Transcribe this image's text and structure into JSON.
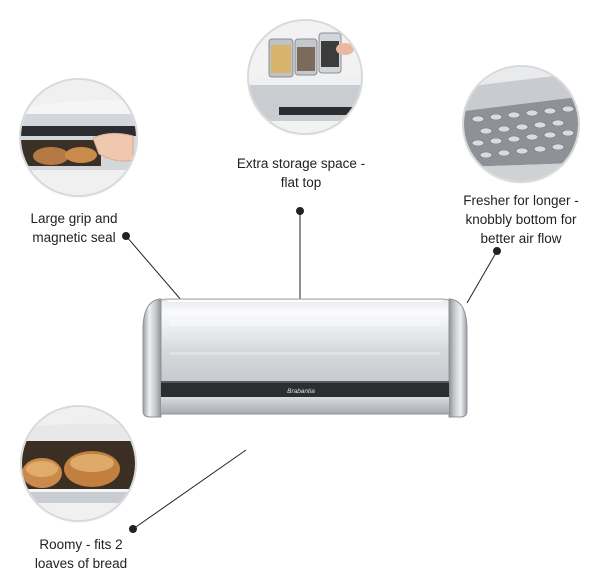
{
  "callouts": {
    "flat_top": {
      "line1": "Extra storage space -",
      "line2": "flat top"
    },
    "grip": {
      "line1": "Large grip and",
      "line2": "magnetic seal"
    },
    "fresher": {
      "line1": "Fresher for longer -",
      "line2": "knobbly bottom for",
      "line3": "better air flow"
    },
    "roomy": {
      "line1": "Roomy - fits 2",
      "line2": "loaves of bread"
    }
  },
  "brand_mark": "Brabantia",
  "colors": {
    "steel_light": "#f4f5f6",
    "steel_mid": "#c9ccd0",
    "steel_dark": "#8c9095",
    "band": "#2b2d30",
    "bread": "#c98a4b",
    "leader": "#222222"
  },
  "icons": [
    "jar-icon",
    "hand-icon",
    "bread-loaf-icon",
    "knob-pattern-icon"
  ]
}
